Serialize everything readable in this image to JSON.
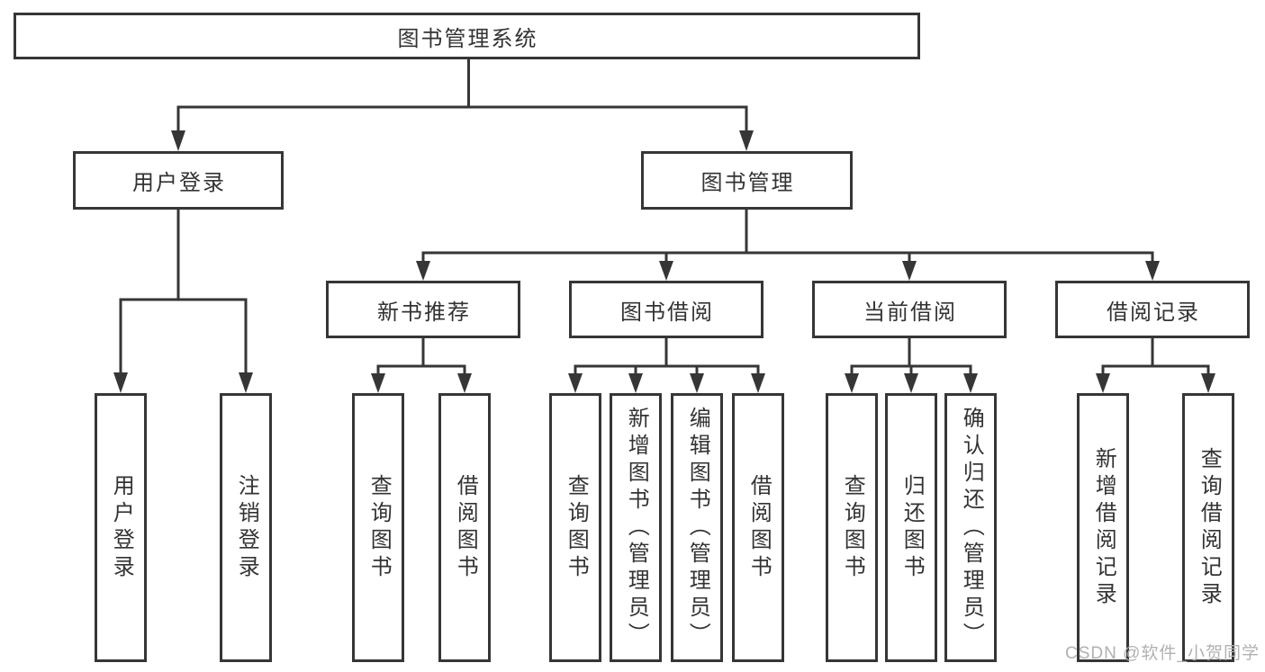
{
  "diagram": {
    "root": {
      "label": "图书管理系统"
    },
    "level2": [
      {
        "label": "用户登录"
      },
      {
        "label": "图书管理"
      }
    ],
    "level3": [
      {
        "label": "新书推荐"
      },
      {
        "label": "图书借阅"
      },
      {
        "label": "当前借阅"
      },
      {
        "label": "借阅记录"
      }
    ],
    "leaves": [
      {
        "group": "用户登录",
        "label": "用户登录"
      },
      {
        "group": "用户登录",
        "label": "注销登录"
      },
      {
        "group": "新书推荐",
        "label": "查询图书"
      },
      {
        "group": "新书推荐",
        "label": "借阅图书"
      },
      {
        "group": "图书借阅",
        "label": "查询图书"
      },
      {
        "group": "图书借阅",
        "label": "新增图书（管理员）"
      },
      {
        "group": "图书借阅",
        "label": "编辑图书（管理员）"
      },
      {
        "group": "图书借阅",
        "label": "借阅图书"
      },
      {
        "group": "当前借阅",
        "label": "查询图书"
      },
      {
        "group": "当前借阅",
        "label": "归还图书"
      },
      {
        "group": "当前借阅",
        "label": "确认归还（管理员）"
      },
      {
        "group": "借阅记录",
        "label": "新增借阅记录"
      },
      {
        "group": "借阅记录",
        "label": "查询借阅记录"
      }
    ]
  },
  "watermark": {
    "text": "CSDN @软件_小贺同学"
  },
  "colors": {
    "line": "#363636",
    "box_border": "#363636",
    "box_background": "#ffffff",
    "text": "#333333",
    "watermark": "#b3b0b0",
    "background": "#ffffff"
  }
}
